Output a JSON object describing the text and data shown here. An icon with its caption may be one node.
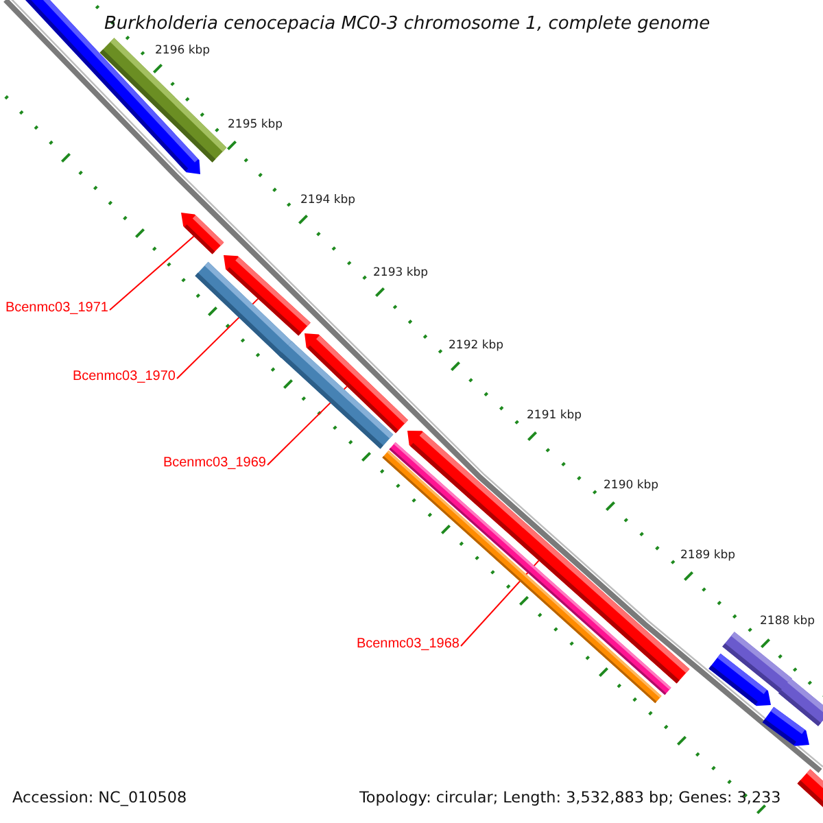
{
  "diagram": {
    "title": "Burkholderia cenocepacia MC0-3 chromosome 1, complete genome",
    "nodes": [
      {
        "text": [
          "Bcenmc03_1971"
        ]
      },
      {
        "text": [
          "Bcenmc03_1970"
        ]
      },
      {
        "text": [
          "Bcenmc03_1969"
        ]
      },
      {
        "text": [
          "Bcenmc03_1968"
        ]
      },
      {
        "text": [],
        "shape": "bar"
      },
      {
        "text": [],
        "shape": "bar"
      },
      {
        "text": [],
        "shape": "bar"
      },
      {
        "text": [],
        "shape": "bar"
      },
      {
        "text": [],
        "shape": "bar"
      },
      {
        "text": [],
        "shape": "bar"
      },
      {
        "text": [],
        "shape": "bar"
      },
      {
        "text": [],
        "shape": "bar"
      },
      {
        "text": [],
        "shape": "bar"
      },
      {
        "text": [],
        "shape": "bar"
      },
      {
        "text": [],
        "shape": "bar"
      },
      {
        "text": [],
        "shape": "bar"
      },
      {
        "text": [],
        "shape": "bar"
      },
      {
        "text": [],
        "shape": "bar"
      },
      {
        "text": [],
        "shape": "bar"
      }
    ],
    "edges": [
      {
        "from": 0,
        "to": 6,
        "arrow": "none",
        "color": "#ff0000"
      },
      {
        "from": 1,
        "to": 7,
        "arrow": "none",
        "color": "#ff0000"
      },
      {
        "from": 2,
        "to": 8,
        "arrow": "none",
        "color": "#ff0000"
      },
      {
        "from": 3,
        "to": 9,
        "arrow": "none",
        "color": "#ff0000"
      }
    ],
    "labels": [
      "2196 kbp",
      "2195 kbp",
      "2194 kbp",
      "2193 kbp",
      "2192 kbp",
      "2191 kbp",
      "2190 kbp",
      "2189 kbp",
      "2188 kbp",
      "Accession: NC_010508",
      "Topology: circular; Length: 3,532,883 bp; Genes: 3,233"
    ]
  }
}
